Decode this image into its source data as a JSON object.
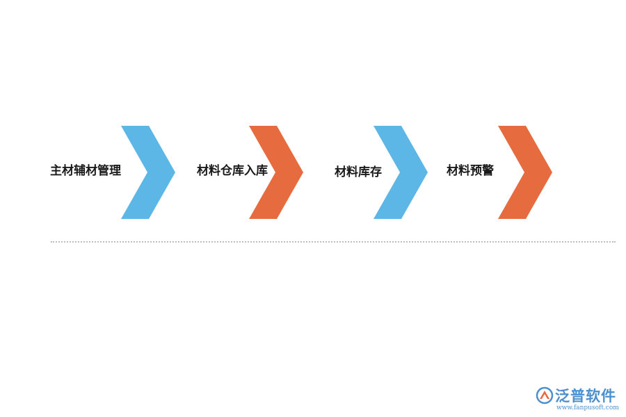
{
  "steps": [
    {
      "label": "主材辅材管理",
      "color": "#5db7e6"
    },
    {
      "label": "材料仓库入库",
      "color": "#e66b3e"
    },
    {
      "label": "材料库存",
      "color": "#5db7e6"
    },
    {
      "label": "材料预警",
      "color": "#e66b3e"
    }
  ],
  "logo": {
    "name": "泛普软件",
    "url": "www.fanpusoft.com",
    "color": "#4c8fcf"
  }
}
